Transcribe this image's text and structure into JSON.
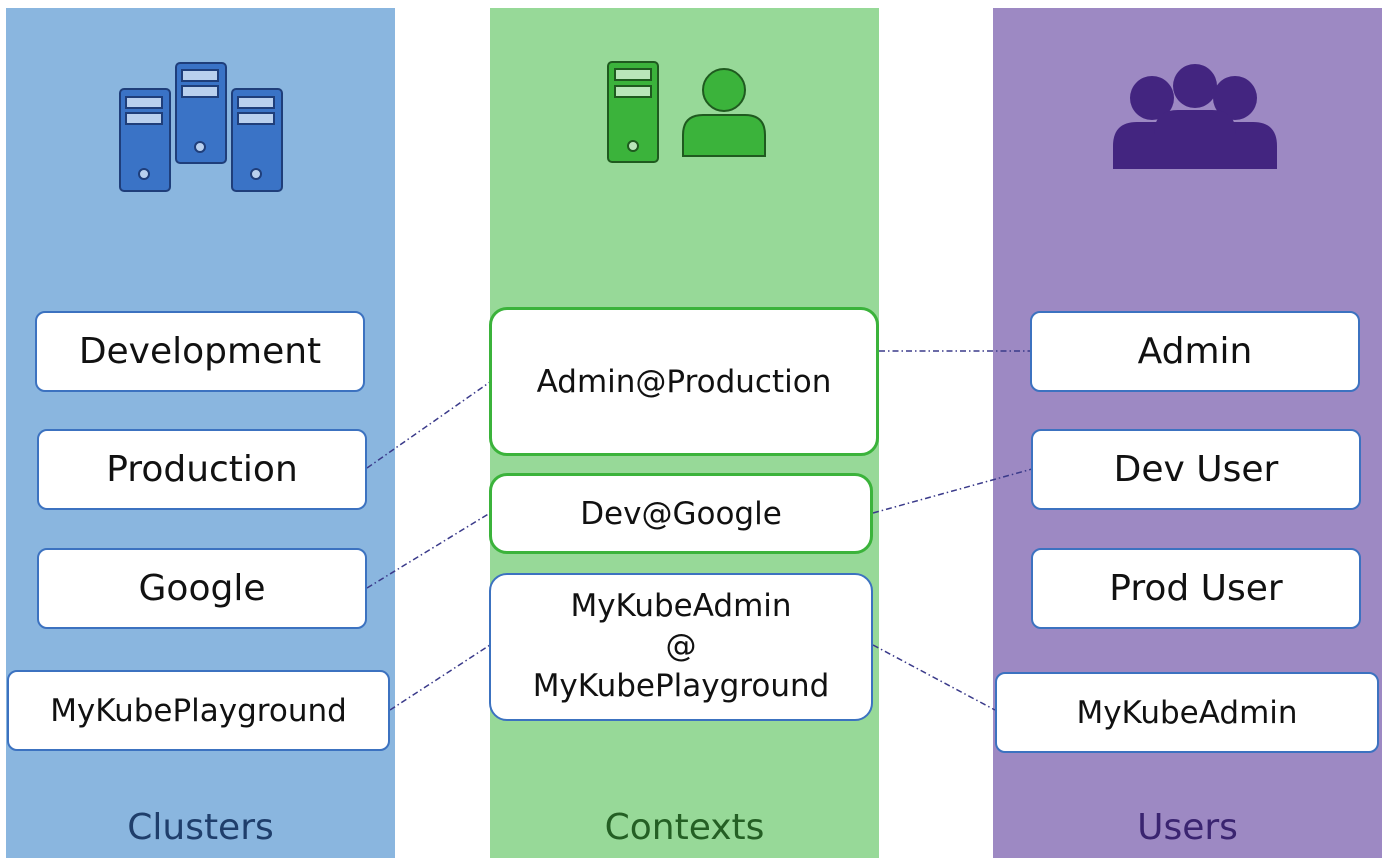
{
  "columns": {
    "clusters": {
      "title": "Clusters",
      "items": [
        "Development",
        "Production",
        "Google",
        "MyKubePlayground"
      ]
    },
    "contexts": {
      "title": "Contexts",
      "items": [
        {
          "lines": [
            "Admin@Production"
          ]
        },
        {
          "lines": [
            "Dev@Google"
          ]
        },
        {
          "lines": [
            "MyKubeAdmin",
            "@",
            "MyKubePlayground"
          ]
        }
      ]
    },
    "users": {
      "title": "Users",
      "items": [
        "Admin",
        "Dev User",
        "Prod User",
        "MyKubeAdmin"
      ]
    }
  },
  "icons": {
    "clusters": "server-cluster-icon",
    "contexts": "server-user-icon",
    "users": "user-group-icon"
  },
  "colors": {
    "clusters_bg": "#8ab6df",
    "contexts_bg": "#97d998",
    "users_bg": "#9d89c3",
    "server_blue": "#3a73c6",
    "server_green": "#3bb33b",
    "users_purple": "#432580",
    "connector": "#3a3a8a"
  },
  "connections": [
    {
      "context": "Admin@Production",
      "cluster": "Production",
      "user": "Admin"
    },
    {
      "context": "Dev@Google",
      "cluster": "Google",
      "user": "Dev User"
    },
    {
      "context": "MyKubeAdmin @ MyKubePlayground",
      "cluster": "MyKubePlayground",
      "user": "MyKubeAdmin"
    }
  ]
}
